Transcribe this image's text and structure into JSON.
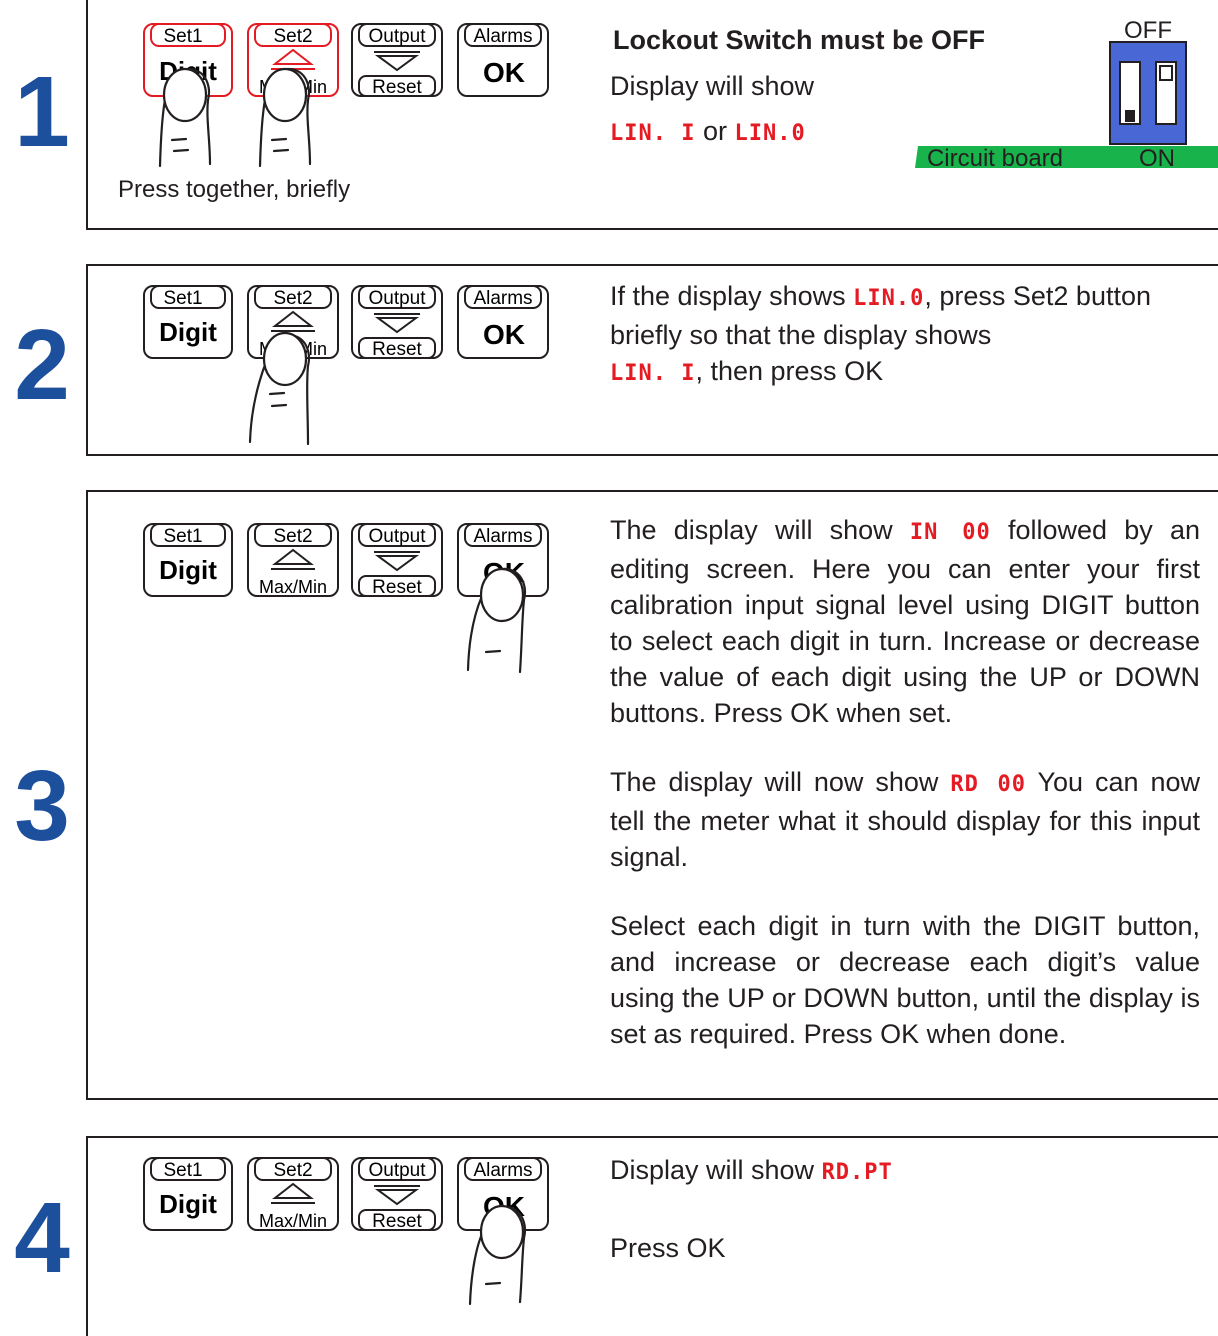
{
  "buttons": {
    "set1_top": "Set1",
    "set1_main": "Digit",
    "set2_top": "Set2",
    "set2_bottom": "Max/Min",
    "output_top": "Output",
    "output_bottom": "Reset",
    "alarms_top": "Alarms",
    "alarms_main": "OK"
  },
  "colors": {
    "step_number": "#1c4f9c",
    "led": "#e51b24",
    "highlight": "#e51b24",
    "switch_blue": "#4a67d6",
    "board_green": "#18b34a"
  },
  "steps": [
    {
      "number": "1",
      "press_note": "Press together, briefly",
      "heading": "Lockout Switch must be OFF",
      "line1": "Display will show",
      "led_a": "LIN. I",
      "connector": "or",
      "led_b": "LIN.0",
      "switch_off": "OFF",
      "board_label": "Circuit board",
      "switch_on": "ON"
    },
    {
      "number": "2",
      "t1": "If the display shows ",
      "led_a": "LIN.0",
      "t2": ", press Set2 button briefly so that the display shows",
      "led_b": "LIN. I",
      "t3": ", then press OK"
    },
    {
      "number": "3",
      "p1_a": "The display will show ",
      "p1_led": "IN 00",
      "p1_b": " followed by an editing screen. Here you can enter your first calibration input signal level using DIGIT button to select each digit in turn. Increase or decrease the value of each digit using the UP or DOWN buttons. Press OK when set.",
      "p2_a": "The display will now show ",
      "p2_led": "RD 00",
      "p2_b": " You can now tell the meter what it should display for this input signal.",
      "p3": "Select each digit in turn with the DIGIT button, and increase or decrease each digit’s value using the UP or DOWN  button, until the display is set as required. Press OK when done."
    },
    {
      "number": "4",
      "t1": "Display will show ",
      "led": "RD.PT",
      "t2": "Press OK"
    }
  ]
}
